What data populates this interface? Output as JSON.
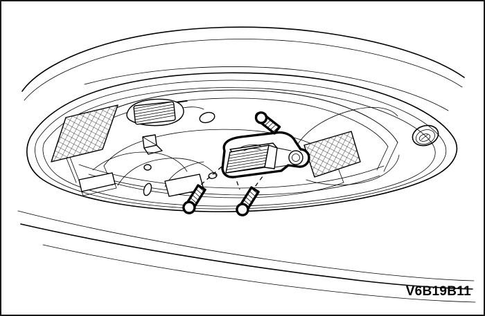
{
  "figure": {
    "code_label": "V6B19B11",
    "subject": "overhead-console-sensor-module-mounting",
    "view": "exploded assembly, vehicle roof headliner viewed from front-left",
    "line_art": {
      "background_color": "#ffffff",
      "line_color": "#000000",
      "border_color": "#1a1a1a"
    },
    "parts": [
      {
        "id": "roof-panel",
        "name": "vehicle roof outer panel",
        "emphasis": "outline",
        "description": "Large sweeping roof contour lines across upper and lower area of the frame"
      },
      {
        "id": "headliner",
        "name": "headliner trim panel",
        "emphasis": "outline",
        "description": "Body-shaped headliner opening with rounded corners"
      },
      {
        "id": "overhead-console",
        "name": "overhead console housing",
        "emphasis": "outline",
        "description": "Central console recess containing lamps, speakers and switch panel"
      },
      {
        "id": "speaker-grille-left",
        "name": "left speaker grille",
        "emphasis": "crosshatch-mesh"
      },
      {
        "id": "speaker-grille-right",
        "name": "right speaker grille",
        "emphasis": "crosshatch-mesh"
      },
      {
        "id": "sunroof-switch-panel",
        "name": "sunroof switch / vent louver panel",
        "emphasis": "outline"
      },
      {
        "id": "dome-lamp-lens",
        "name": "dome lamp lens",
        "emphasis": "outline"
      },
      {
        "id": "grommet-right",
        "name": "round grommet",
        "emphasis": "outline"
      },
      {
        "id": "sensor-module",
        "name": "sensor control module",
        "emphasis": "bold-highlight",
        "description": "Highlighted replacement component with ribbed front face and mounting bracket"
      },
      {
        "id": "screw-top",
        "name": "mounting screw upper",
        "emphasis": "bold-highlight"
      },
      {
        "id": "screw-left",
        "name": "mounting screw lower left",
        "emphasis": "bold-highlight"
      },
      {
        "id": "screw-right",
        "name": "mounting screw lower right",
        "emphasis": "bold-highlight"
      },
      {
        "id": "assembly-guides",
        "name": "dashed assembly alignment lines",
        "emphasis": "dashed"
      }
    ]
  }
}
